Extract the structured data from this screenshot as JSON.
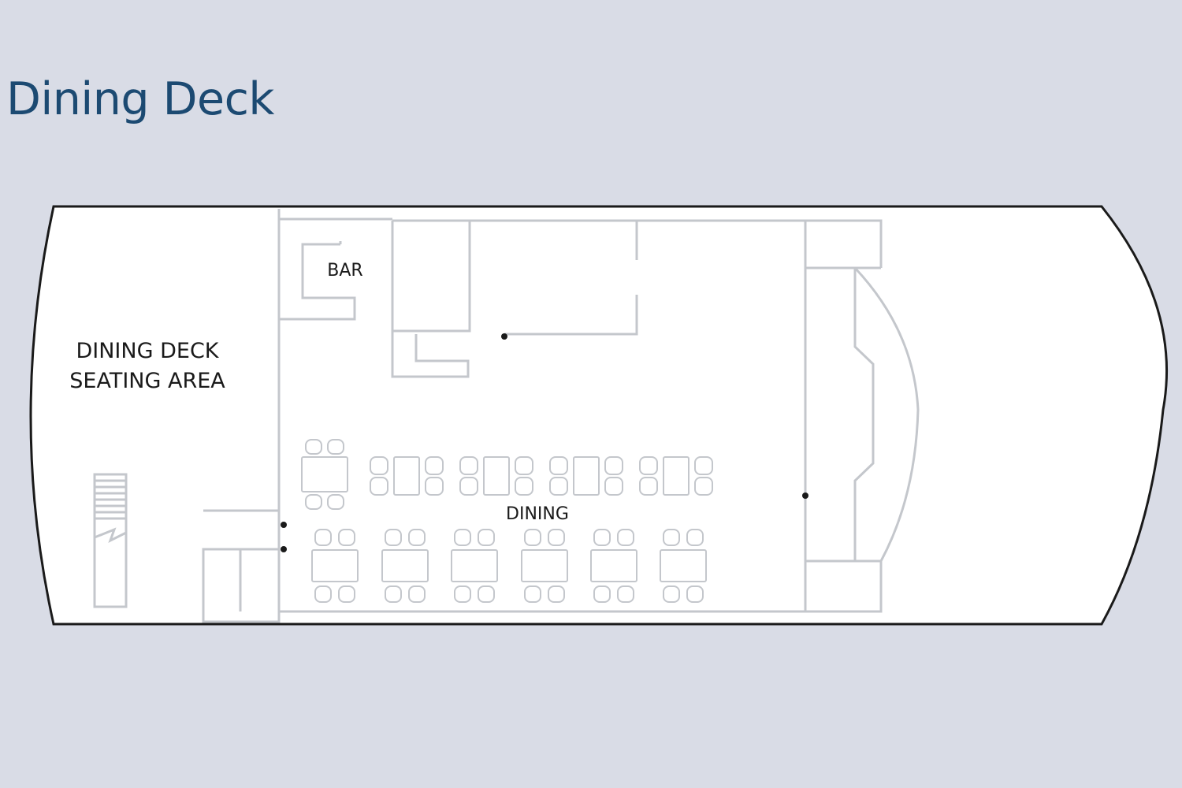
{
  "title": "Dining Deck",
  "labels": {
    "seating_area_line1": "DINING DECK",
    "seating_area_line2": "SEATING AREA",
    "bar": "BAR",
    "dining": "DINING"
  },
  "colors": {
    "background": "#d9dce6",
    "title": "#1c4a72",
    "hull_fill": "#ffffff",
    "hull_outline": "#1a1a1a",
    "interior_lines": "#c4c7cc"
  }
}
